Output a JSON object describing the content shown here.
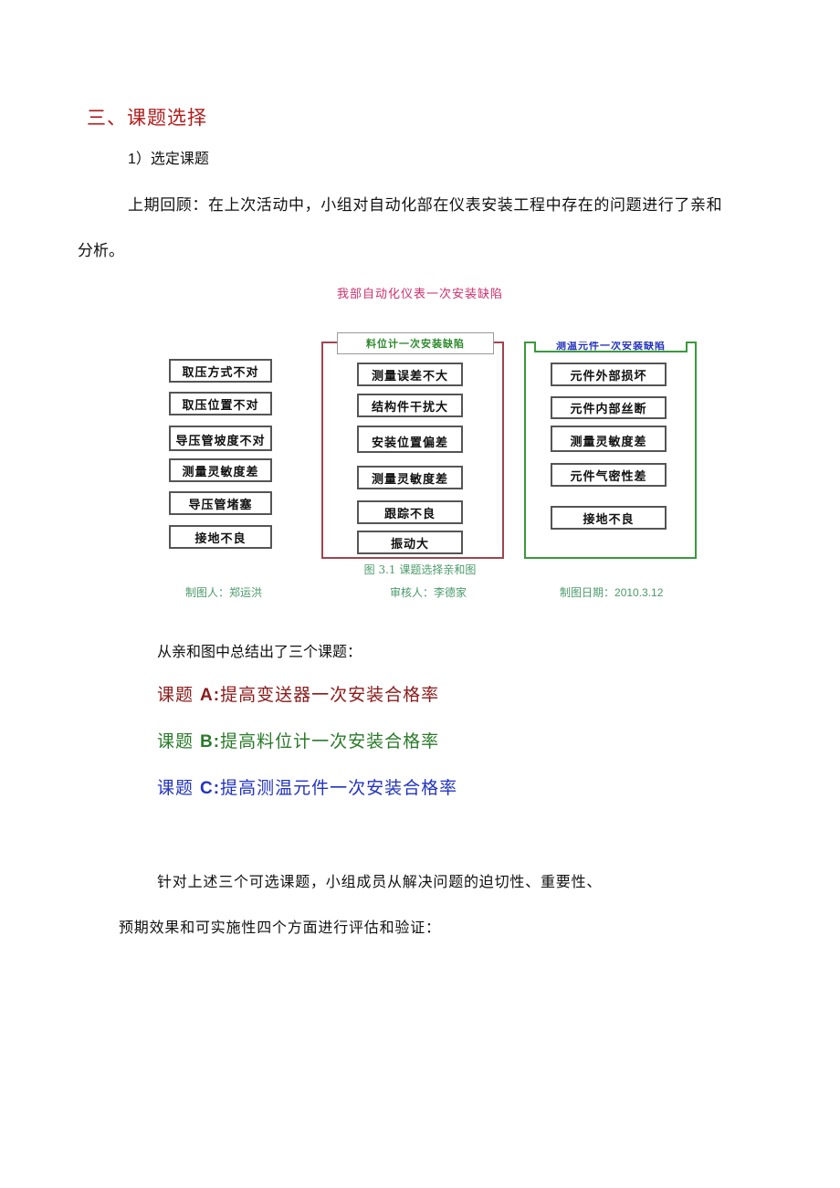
{
  "section": {
    "heading": "三、课题选择",
    "subheading_num": "1）",
    "subheading_text": "选定课题"
  },
  "review": {
    "line1": "上期回顾：在上次活动中，小组对自动化部在仪表安装工程中存在的问题进行了亲和",
    "line2": "分析。"
  },
  "figure": {
    "title": "我部自动化仪表一次安装缺陷",
    "groups": [
      {
        "header": "",
        "items": [
          "取压方式不对",
          "取压位置不对",
          "导压管坡度不对",
          "测量灵敏度差",
          "导压管堵塞",
          "接地不良"
        ]
      },
      {
        "header": "料位计一次安装缺陷",
        "items": [
          "测量误差不大",
          "结构件干扰大",
          "安装位置偏差",
          "测量灵敏度差",
          "跟踪不良",
          "振动大"
        ]
      },
      {
        "header": "测温元件一次安装缺陷",
        "items": [
          "元件外部损坏",
          "元件内部丝断",
          "测量灵敏度差",
          "元件气密性差",
          "接地不良"
        ]
      }
    ],
    "caption": "图 3.1 课题选择亲和图",
    "credits": {
      "author_label": "制图人：",
      "author": "郑运洪",
      "reviewer_label": "审核人：",
      "reviewer": "李德家",
      "date_label": "制图日期：",
      "date": "2010.3.12"
    }
  },
  "summary": {
    "intro": "从亲和图中总结出了三个课题：",
    "topics": [
      {
        "prefix": "课题 ",
        "letter": "A:",
        "text": "提高变送器一次安装合格率",
        "color": "#8b1a1a"
      },
      {
        "prefix": "课题 ",
        "letter": "B:",
        "text": "提高料位计一次安装合格率",
        "color": "#2a7a2a"
      },
      {
        "prefix": "课题 ",
        "letter": "C:",
        "text": "提高测温元件一次安装合格率",
        "color": "#2233c0"
      }
    ]
  },
  "evaluation": {
    "line1": "针对上述三个可选课题，小组成员从解决问题的迫切性、重要性、",
    "line2": "预期效果和可实施性四个方面进行评估和验证："
  }
}
